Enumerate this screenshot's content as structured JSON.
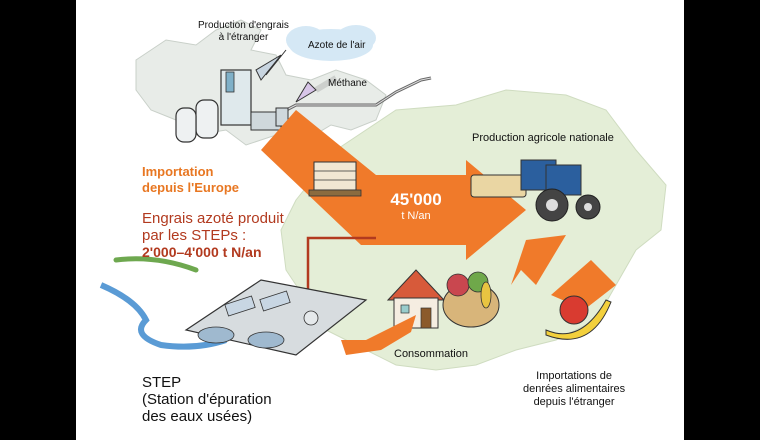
{
  "labels": {
    "production_engrais": [
      "Production d'engrais",
      "à l'étranger"
    ],
    "azote_air": "Azote de l'air",
    "methane": "Méthane",
    "importation": [
      "Importation",
      "depuis l'Europe"
    ],
    "engrais_steps": [
      "Engrais azoté produit",
      "par les STEPs :"
    ],
    "engrais_steps_value": "2'000–4'000 t N/an",
    "flow_value": "45'000",
    "flow_unit": "t N/an",
    "production_agricole": "Production agricole nationale",
    "consommation": "Consommation",
    "importations_denrees": [
      "Importations de",
      "denrées alimentaires",
      "depuis l'étranger"
    ],
    "step": [
      "STEP",
      "(Station d'épuration",
      "des eaux usées)"
    ]
  },
  "colors": {
    "arrow": "#f07a2a",
    "arrow_dark": "#b23a1f",
    "land": "#e4eed7",
    "europe": "#e8ece8",
    "cloud": "#d5e8f5",
    "tractor": "#2b5f9e",
    "water": "#5a9bd5"
  },
  "icons": [
    "factory-icon",
    "cloud-icon",
    "fertilizer-bags-icon",
    "tractor-icon",
    "house-icon",
    "food-basket-icon",
    "fruit-icon",
    "treatment-plant-icon",
    "river-icon"
  ]
}
